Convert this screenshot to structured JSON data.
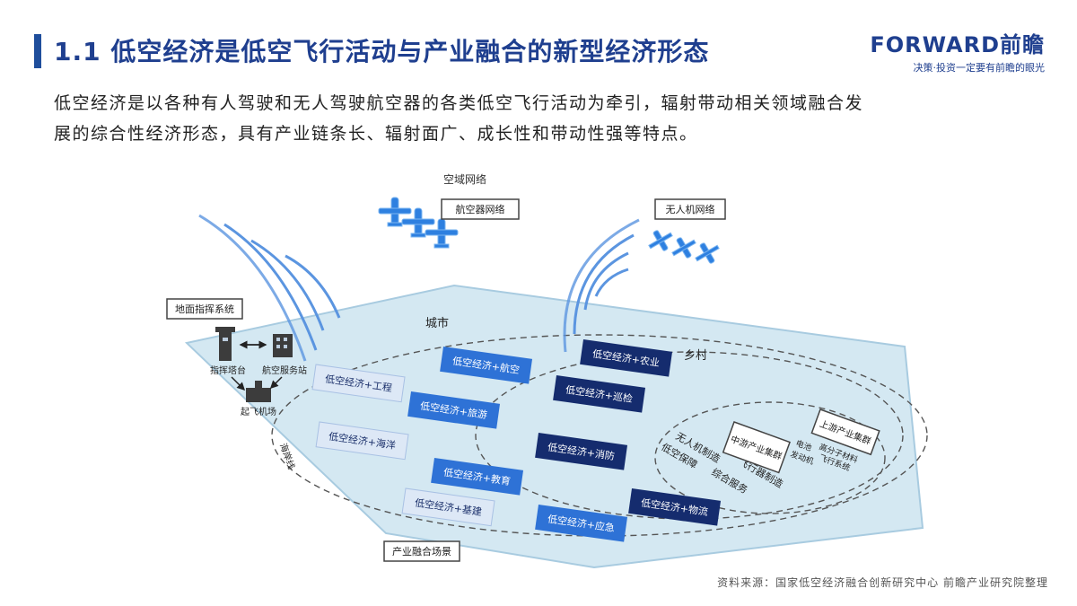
{
  "header": {
    "title": "1.1 低空经济是低空飞行活动与产业融合的新型经济形态",
    "brand_name": "FORWARD前瞻",
    "brand_slogan": "决策·投资一定要有前瞻的眼光"
  },
  "intro": {
    "line1": "低空经济是以各种有人驾驶和无人驾驶航空器的各类低空飞行活动为牵引，辐射带动相关领域融合发",
    "line2": "展的综合性经济形态，具有产业链条长、辐射面广、成长性和带动性强等特点。"
  },
  "diagram": {
    "callouts": {
      "airspace_network": "空域网络",
      "aircraft_network": "航空器网络",
      "drone_network": "无人机网络",
      "ground_command": "地面指挥系统",
      "industry_scenes": "产业融合场景"
    },
    "zones": {
      "city": "城市",
      "village": "乡村",
      "coastline": "海岸线"
    },
    "nodes": {
      "tower": "指挥塔台",
      "service_station": "航空服务站",
      "airport": "起飞机场"
    },
    "light_boxes": [
      "低空经济+工程",
      "低空经济+海洋",
      "低空经济+基建",
      "低空经济+教育",
      "低空经济+应急"
    ],
    "mid_boxes": [
      "低空经济+航空",
      "低空经济+旅游"
    ],
    "dark_boxes": [
      "低空经济+农业",
      "低空经济+巡检",
      "低空经济+消防",
      "低空经济+物流"
    ],
    "industry": {
      "midstream": "中游产业集群",
      "upstream": "上游产业集群",
      "items": [
        "无人机制造",
        "低空保障",
        "飞行器制造",
        "综合服务"
      ],
      "upstream_items": [
        "电池",
        "高分子材料",
        "发动机",
        "飞行系统"
      ]
    },
    "colors": {
      "ground": "#d4e8f2",
      "light_box": "#dde8f6",
      "mid_box": "#2e72d6",
      "dark_box": "#152c6e",
      "wave": "#5b95e0"
    }
  },
  "footer": {
    "source": "资料来源：国家低空经济融合创新研究中心 前瞻产业研究院整理"
  }
}
